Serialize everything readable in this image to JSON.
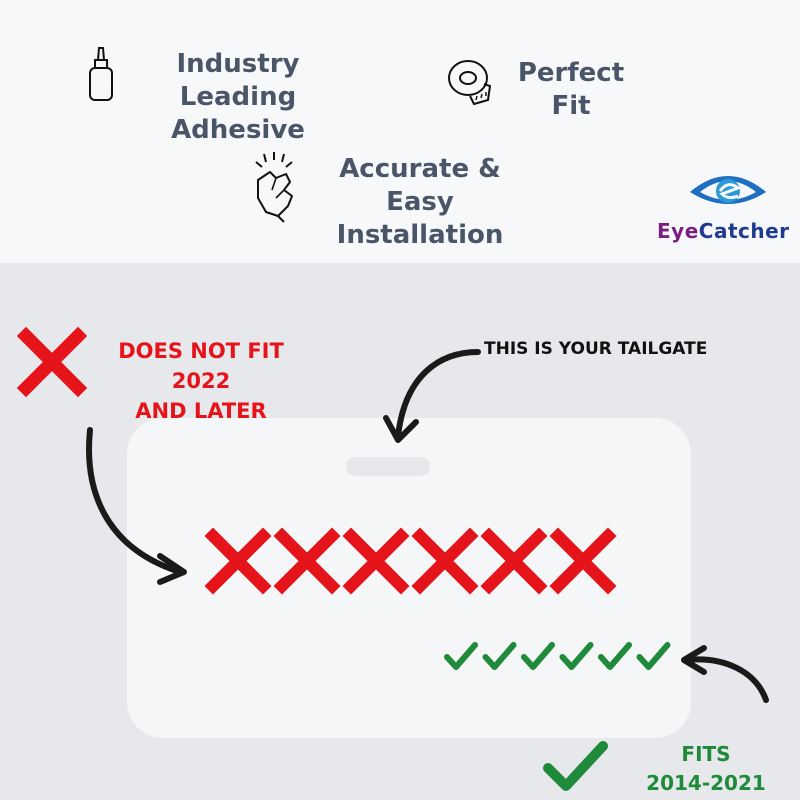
{
  "features": [
    {
      "lines": [
        "Industry Leading",
        "Adhesive"
      ],
      "icon": "glue-bottle-icon"
    },
    {
      "lines": [
        "Perfect Fit"
      ],
      "icon": "measuring-tape-icon"
    },
    {
      "lines": [
        "Accurate & Easy",
        "Installation"
      ],
      "icon": "finger-snap-icon"
    }
  ],
  "logo": {
    "part1": "Eye",
    "part2": "Catcher"
  },
  "labels": {
    "not_fit": [
      "DOES NOT FIT 2022",
      "AND LATER"
    ],
    "tailgate": "THIS IS YOUR TAILGATE",
    "fits": [
      "FITS",
      "2014-2021"
    ]
  },
  "colors": {
    "red": "#e5141b",
    "green": "#1e8a3a",
    "text": "#4a5568",
    "logo_purple": "#7a1f7f",
    "logo_blue": "#1f3b8f"
  },
  "marks": {
    "red_x_count": 6,
    "green_check_count": 6
  }
}
